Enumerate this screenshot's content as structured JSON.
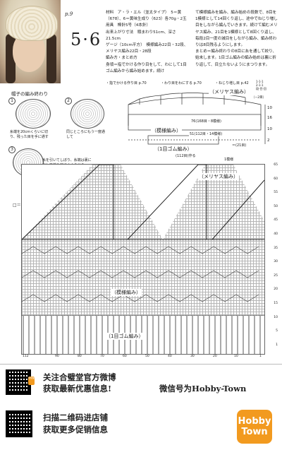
{
  "header": {
    "page_no": "p.9",
    "pattern_no": "5·6",
    "materials_left": "材料　ア・ラ・エル（並太タイプ）　5＝黄（678）、6＝黄味生成り（623）各70g・2玉\n用具　棒針5号（4本針）\n出来上がり寸法　頭まわり51cm、深さ21.5cm\nゲージ（10cm平方）　模様編み22目・32段、メリヤス編み22目・28段\n編み方・まとめ方\n身頃＝指でかける作り目をして、わにして1目ゴム編みから編み始めます。続け",
    "materials_right": "て模様編みを編み、編み始めの段数で、8目を1模様として14回くり返し、途中でねじり増し目をしながら編んでいきます。続けて編むメリヤス編み、21目を1模様として8回くり返し、毎段2目一度の減目をしながら編み、編み終わりは8目残るようにします。\nまとめ＝編み終わりの8目に糸を通して絞り、始末します。1目ゴム編みの編み始めは裏に折り返して、目立たないようにまつります。"
  },
  "refs": {
    "r1": "・指でかける作り目 p.70",
    "r2": "・わり目をわにする p.70",
    "r3": "・ねじり増し目 p.42"
  },
  "finish": {
    "title": "帽子の編み終わり",
    "steps": [
      {
        "no": "1",
        "text": "糸端を20cmくらいに切り、残った目を手に通す"
      },
      {
        "no": "2",
        "text": "同じところにもう一度通して"
      },
      {
        "no": "3",
        "text": "糸を引いてしぼり、糸端は裏に出して編み目にくぐらせる"
      }
    ]
  },
  "schematic": {
    "top_label": "（メリヤス編み）",
    "pattern_label": "（模様編み）",
    "rib_label": "（1目ゴム編み）",
    "width_label": "76(168目・8模様)",
    "width2_label": "51(112目・14模様)",
    "cast_on": "(112目)作る",
    "decrease_note": "（−2目）",
    "row_labels": [
      "10",
      "16",
      "10",
      "2"
    ],
    "side_note": "1-1-1\n2-1-1\n段-目-回",
    "gauge_note": "＝(21目)"
  },
  "chart": {
    "stockinette_label": "（メリヤス編み）",
    "pattern_label": "（模様編み）",
    "rib_label": "（1目ゴム編み）",
    "repeat_label": "1模様",
    "legend": "□＝□",
    "rows_right": [
      "65",
      "60",
      "55",
      "50",
      "45",
      "40",
      "35",
      "30",
      "25",
      "20",
      "15",
      "10",
      "5",
      "1"
    ],
    "cols_bottom": [
      "1",
      "10",
      "20",
      "30",
      "40",
      "50",
      "60",
      "70",
      "80",
      "90",
      "112"
    ]
  },
  "promo": {
    "line1": "关注合璧堂官方微博",
    "line2": "获取最新优惠信息!",
    "line3": "扫描二维码进店铺",
    "line4": "获取更多促销信息",
    "wechat": "微信号为Hobby-Town",
    "logo_line1": "Hobby",
    "logo_line2": "Town",
    "qr_badge": "合璧堂"
  },
  "colors": {
    "accent": "#f29a1f",
    "ink": "#222222"
  }
}
